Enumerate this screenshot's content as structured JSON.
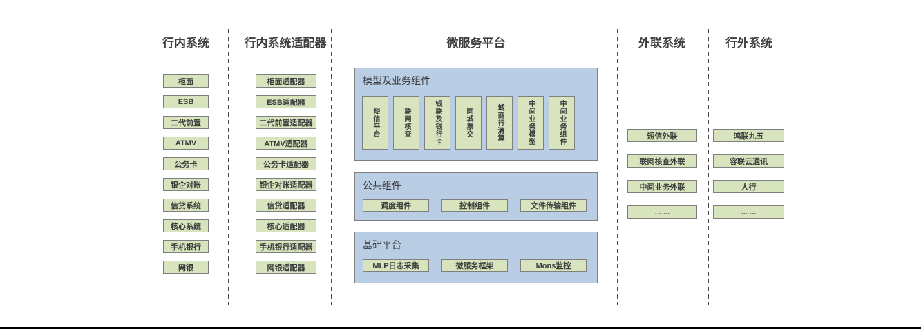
{
  "colors": {
    "box_green": "#d7e4bd",
    "panel_blue": "#b9cde5",
    "border_gray": "#7f7f7f",
    "rule_black": "#000000"
  },
  "columns": {
    "internal": {
      "title": "行内系统",
      "boxes": [
        "柜面",
        "ESB",
        "二代前置",
        "ATMV",
        "公务卡",
        "银企对账",
        "信贷系统",
        "核心系统",
        "手机银行",
        "网银"
      ]
    },
    "adapters": {
      "title": "行内系统适配器",
      "boxes": [
        "柜面适配器",
        "ESB适配器",
        "二代前置适配器",
        "ATMV适配器",
        "公务卡适配器",
        "银企对账适配器",
        "信贷适配器",
        "核心适配器",
        "手机银行适配器",
        "网银适配器"
      ]
    },
    "platform": {
      "title": "微服务平台",
      "sections": [
        {
          "label": "模型及业务组件",
          "boxes": [
            "短信平台",
            "联网核查",
            "银联及银行卡",
            "同城票交",
            "城商行清算",
            "中间业务模型",
            "中间业务组件"
          ]
        },
        {
          "label": "公共组件",
          "boxes": [
            "调度组件",
            "控制组件",
            "文件传输组件"
          ]
        },
        {
          "label": "基础平台",
          "boxes": [
            "MLP日志采集",
            "微服务框架",
            "Mons监控"
          ]
        }
      ]
    },
    "external_link": {
      "title": "外联系统",
      "boxes": [
        "短信外联",
        "联网核查外联",
        "中间业务外联",
        "... ..."
      ]
    },
    "external": {
      "title": "行外系统",
      "boxes": [
        "鸿联九五",
        "容联云通讯",
        "人行",
        "... ..."
      ]
    }
  }
}
